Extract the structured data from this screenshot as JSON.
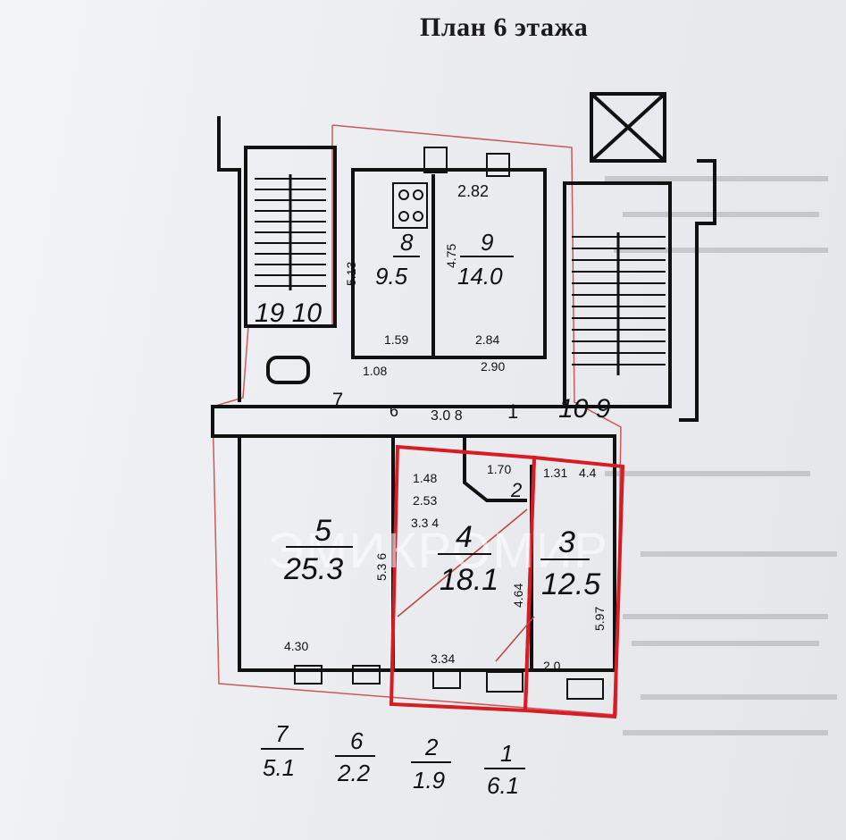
{
  "title": "План 6 этажа",
  "watermark": "ЭМИКРОМИР",
  "rooms": [
    {
      "id": "room-8",
      "number": "8",
      "area": "9.5"
    },
    {
      "id": "room-9",
      "number": "9",
      "area": "14.0"
    },
    {
      "id": "room-5",
      "number": "5",
      "area": "25.3"
    },
    {
      "id": "room-4",
      "number": "4",
      "area": "18.1"
    },
    {
      "id": "room-3",
      "number": "3",
      "area": "12.5"
    }
  ],
  "stairs": [
    {
      "id": "stair-left",
      "label": "19 10"
    },
    {
      "id": "stair-right",
      "label": "10 9"
    }
  ],
  "small_rooms": [
    "7",
    "6",
    "1",
    "2"
  ],
  "dimensions": [
    "2.82",
    "5.13",
    "4.75",
    "1.59",
    "2.84",
    "2.90",
    "1.08",
    "3.0 8",
    "1.48",
    "1.70",
    "2.53",
    "3.3 4",
    "1.31",
    "4.4",
    "5.3 6",
    "4.64",
    "5.97",
    "4.30",
    "3.34",
    "2.0"
  ],
  "legend": [
    {
      "number": "7",
      "area": "5.1"
    },
    {
      "number": "6",
      "area": "2.2"
    },
    {
      "number": "2",
      "area": "1.9"
    },
    {
      "number": "1",
      "area": "6.1"
    }
  ],
  "colors": {
    "highlight": "#d81c24",
    "ink": "#111111",
    "faint_red": "#c85a5a"
  }
}
